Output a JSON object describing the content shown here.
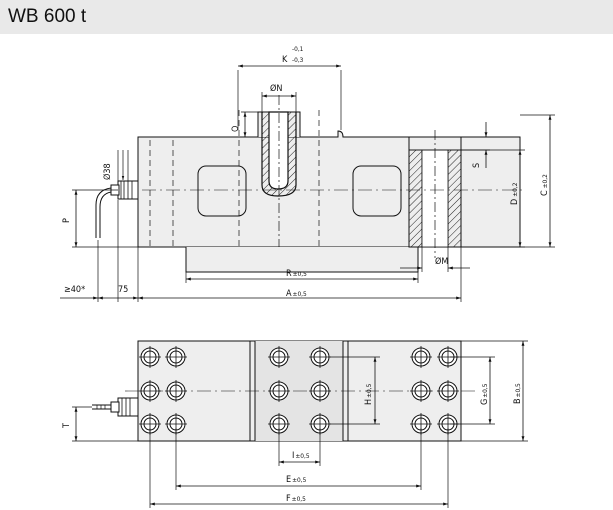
{
  "header": {
    "title": "WB 600 t"
  },
  "colors": {
    "header_bg": "#e9e9e9",
    "part_fill": "#eeeeee",
    "line": "#111111",
    "hole_fill": "#ffffff"
  },
  "top_view": {
    "dim_k": {
      "label": "K",
      "tol_upper": "-0,1",
      "tol_lower": "-0,3"
    },
    "dim_n": "ØN",
    "dim_o": "O",
    "dim_s": "S",
    "dim_d": {
      "label": "D",
      "tol": "±0,2"
    },
    "dim_c": {
      "label": "C",
      "tol": "±0,2"
    },
    "dim_p": "P",
    "dim_cable": "Ø38",
    "dim_m": "ØM",
    "dim_r": {
      "label": "R",
      "tol": "±0,5"
    },
    "dim_a": {
      "label": "A",
      "tol": "±0,5"
    },
    "dim_cable_len": "≥40*",
    "dim_75": "75"
  },
  "bottom_view": {
    "dim_t": "T",
    "dim_h": {
      "label": "H",
      "tol": "±0,5"
    },
    "dim_g": {
      "label": "G",
      "tol": "±0,5"
    },
    "dim_b": {
      "label": "B",
      "tol": "±0,5"
    },
    "dim_i": {
      "label": "I",
      "tol": "±0,5"
    },
    "dim_e": {
      "label": "E",
      "tol": "±0,5"
    },
    "dim_f": {
      "label": "F",
      "tol": "±0,5"
    }
  }
}
